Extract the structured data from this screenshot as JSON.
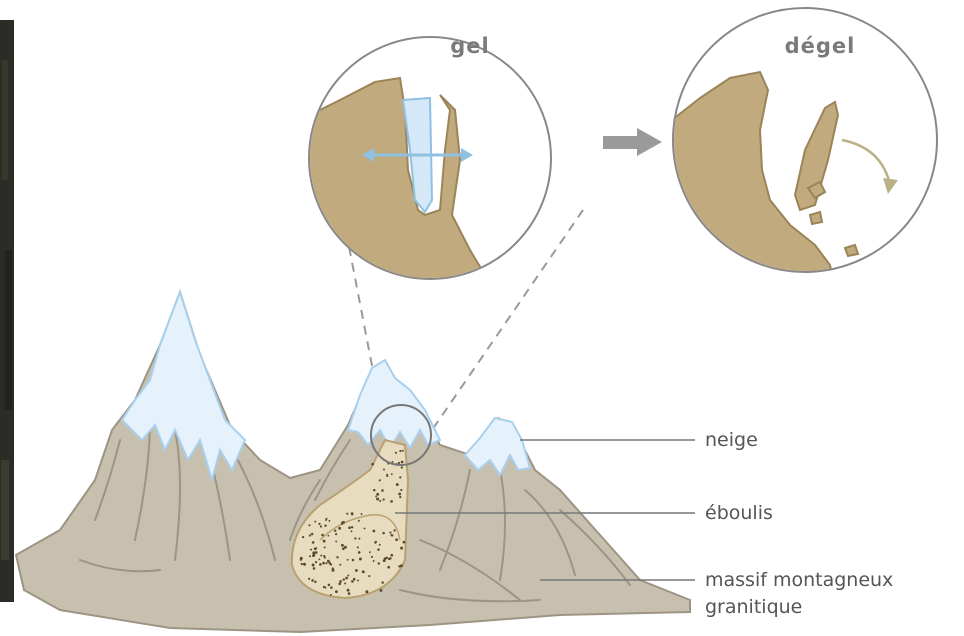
{
  "diagram": {
    "panels": {
      "freeze_title": "gel",
      "thaw_title": "dégel"
    },
    "labels": {
      "snow": "neige",
      "scree": "éboulis",
      "massif_line1": "massif montagneux",
      "massif_line2": "granitique"
    },
    "colors": {
      "rock": "#c2aa7f",
      "rock_stroke": "#9a8458",
      "mountain": "#c8c0ae",
      "mountain_dark": "#9d9484",
      "snow": "#e6f2fb",
      "ice": "#c9e2f5",
      "arrow_blue": "#8fc1e3",
      "arrow_gray": "#9a9a9a",
      "curve_arrow": "#b9b187",
      "left_photo": "#2a2d25"
    }
  }
}
